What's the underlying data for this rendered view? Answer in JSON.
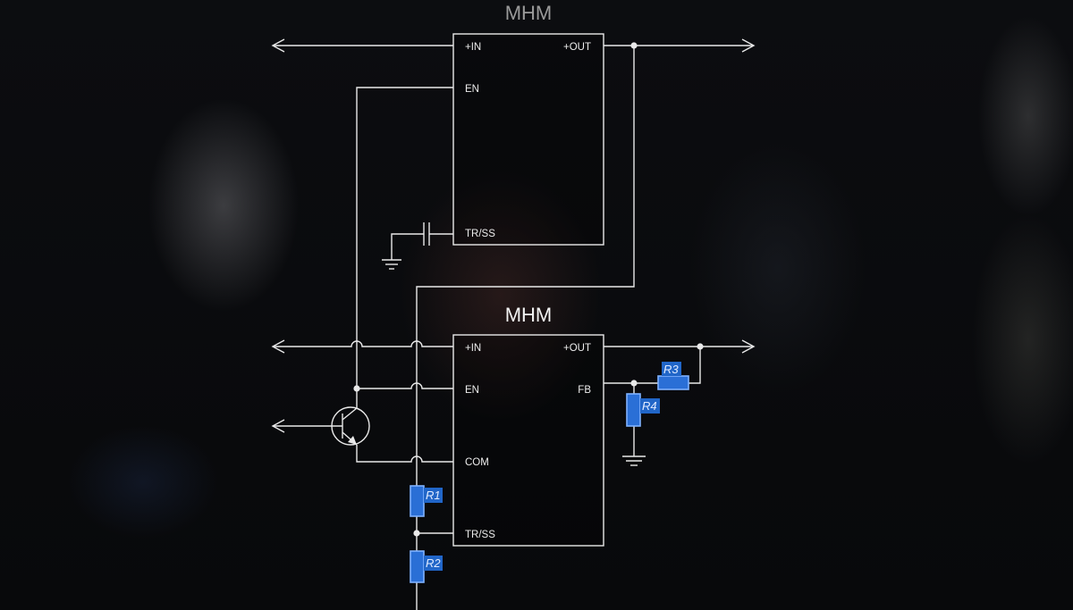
{
  "diagram": {
    "modules": [
      {
        "title": "MHM",
        "pins": {
          "in": "+IN",
          "out": "+OUT",
          "en": "EN",
          "trss": "TR/SS"
        }
      },
      {
        "title": "MHM",
        "pins": {
          "in": "+IN",
          "out": "+OUT",
          "en": "EN",
          "com": "COM",
          "trss": "TR/SS",
          "fb": "FB"
        }
      }
    ],
    "resistors": [
      "R1",
      "R2",
      "R3",
      "R4"
    ]
  },
  "colors": {
    "wire": "#e9e9e9",
    "resistor_fill": "#2a6fd6",
    "resistor_outline": "#7fb2ff"
  }
}
